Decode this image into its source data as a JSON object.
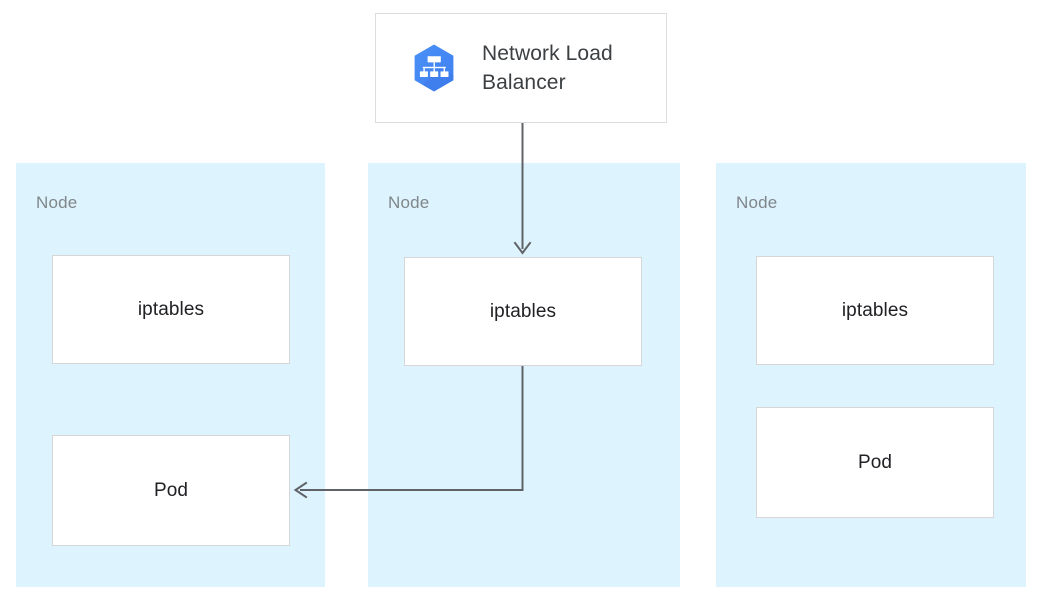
{
  "diagram": {
    "title": "Kubernetes Network Load Balancer traffic flow across nodes",
    "colors": {
      "node_background": "#ddf3fd",
      "box_background": "#ffffff",
      "box_border": "#d6d6d6",
      "card_border": "#dadce0",
      "node_label_text": "#80868b",
      "box_label_text": "#202124",
      "card_label_text": "#3c4043",
      "connector": "#5f6368",
      "icon_blue": "#4285f4",
      "icon_blue_dark": "#3b78e7",
      "icon_glyph": "#ffffff"
    }
  },
  "load_balancer": {
    "icon_name": "network-load-balancer-icon",
    "label": "Network Load Balancer"
  },
  "nodes": [
    {
      "label": "Node",
      "boxes": [
        {
          "label": "iptables",
          "kind": "iptables"
        },
        {
          "label": "Pod",
          "kind": "pod"
        }
      ]
    },
    {
      "label": "Node",
      "boxes": [
        {
          "label": "iptables",
          "kind": "iptables"
        }
      ]
    },
    {
      "label": "Node",
      "boxes": [
        {
          "label": "iptables",
          "kind": "iptables"
        },
        {
          "label": "Pod",
          "kind": "pod"
        }
      ]
    }
  ],
  "connectors": [
    {
      "name": "lb-to-node1-iptables",
      "from": "Network Load Balancer",
      "to": "Node 2 iptables",
      "arrowhead": "down"
    },
    {
      "name": "node1-iptables-to-node0-pod",
      "from": "Node 2 iptables",
      "to": "Node 1 Pod",
      "arrowhead": "left"
    }
  ]
}
